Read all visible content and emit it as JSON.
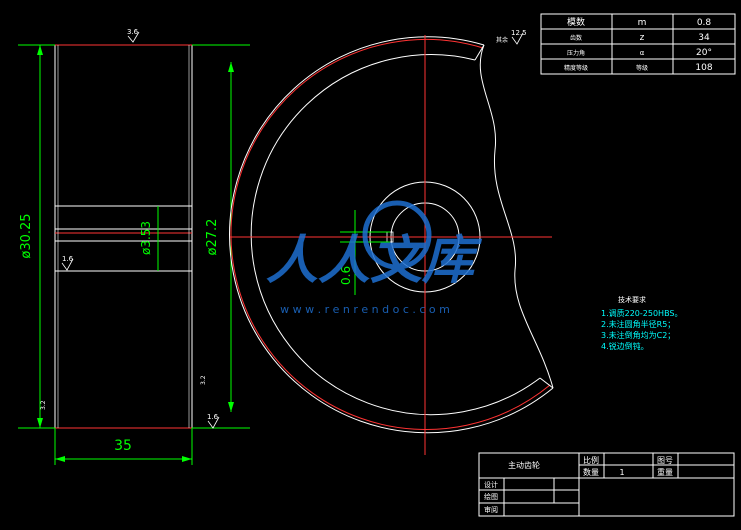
{
  "params_table": {
    "rows": [
      {
        "name": "模数",
        "symbol": "m",
        "value": "0.8"
      },
      {
        "name": "齿数",
        "symbol": "z",
        "value": "34"
      },
      {
        "name": "压力角",
        "symbol": "α",
        "value": "20°"
      },
      {
        "name": "精度等级",
        "symbol": "等级",
        "value": "108"
      }
    ]
  },
  "roughness": {
    "top_small": "3.6",
    "side_1": "1.6",
    "bottom_right": "1.6",
    "rest_label": "其余",
    "rest_value": "12.5",
    "left_small": "3.2",
    "right_small": "3.2"
  },
  "dims": {
    "outer_dia": "ø30.25",
    "mid_dia": "ø3.53",
    "inner_dia": "ø27.2",
    "width": "35",
    "keyway": "0.6"
  },
  "tech_requirements": {
    "title": "技术要求",
    "items": [
      "1.调质220-250HBS。",
      "2.未注圆角半径R5；",
      "3.未注倒角均为C2；",
      "4.锐边倒钝。"
    ]
  },
  "watermark": {
    "text": "人人文库",
    "url": "w w w . r e n r e n d o c . c o m"
  },
  "title_block": {
    "part_name": "主动齿轮",
    "scale_label": "比例",
    "drawing_no_label": "图号",
    "qty_label": "数量",
    "qty_value": "1",
    "weight_label": "重量",
    "design_label": "设计",
    "draw_label": "绘图",
    "review_label": "审阅"
  },
  "colors": {
    "background": "#000000",
    "outline": "#ffffff",
    "dimension": "#00ff00",
    "centerline": "#ff0000",
    "text_cyan": "#00ffff",
    "watermark": "#1e6fd0"
  }
}
